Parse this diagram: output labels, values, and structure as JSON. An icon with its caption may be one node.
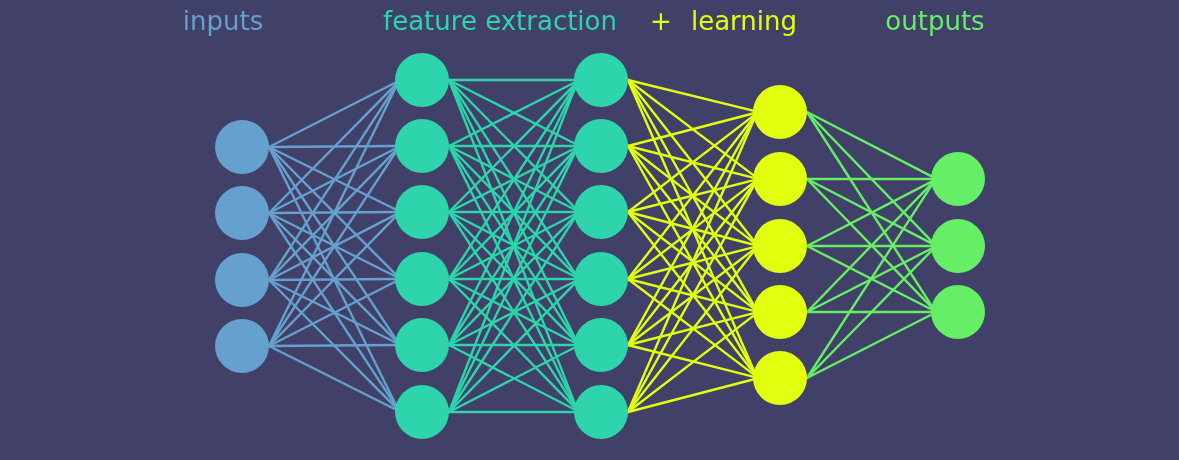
{
  "diagram": {
    "nodes": [
      {
        "text": [],
        "shape": "circle"
      },
      {
        "text": [],
        "shape": "circle"
      },
      {
        "text": [],
        "shape": "circle"
      },
      {
        "text": [],
        "shape": "circle"
      },
      {
        "text": [],
        "shape": "circle"
      },
      {
        "text": [],
        "shape": "circle"
      },
      {
        "text": [],
        "shape": "circle"
      },
      {
        "text": [],
        "shape": "circle"
      },
      {
        "text": [],
        "shape": "circle"
      },
      {
        "text": [],
        "shape": "circle"
      },
      {
        "text": [],
        "shape": "circle"
      },
      {
        "text": [],
        "shape": "circle"
      },
      {
        "text": [],
        "shape": "circle"
      },
      {
        "text": [],
        "shape": "circle"
      },
      {
        "text": [],
        "shape": "circle"
      },
      {
        "text": [],
        "shape": "circle"
      },
      {
        "text": [],
        "shape": "circle"
      },
      {
        "text": [],
        "shape": "circle"
      },
      {
        "text": [],
        "shape": "circle"
      },
      {
        "text": [],
        "shape": "circle"
      },
      {
        "text": [],
        "shape": "circle"
      },
      {
        "text": [],
        "shape": "circle"
      },
      {
        "text": [],
        "shape": "circle"
      },
      {
        "text": [],
        "shape": "circle"
      }
    ],
    "edges": [
      {
        "from": 0,
        "to": 4,
        "arrow": "none",
        "color": "#65a0ce"
      },
      {
        "from": 0,
        "to": 5,
        "arrow": "none",
        "color": "#65a0ce"
      },
      {
        "from": 0,
        "to": 6,
        "arrow": "none",
        "color": "#65a0ce"
      },
      {
        "from": 0,
        "to": 7,
        "arrow": "none",
        "color": "#65a0ce"
      },
      {
        "from": 0,
        "to": 8,
        "arrow": "none",
        "color": "#65a0ce"
      },
      {
        "from": 0,
        "to": 9,
        "arrow": "none",
        "color": "#65a0ce"
      },
      {
        "from": 1,
        "to": 4,
        "arrow": "none",
        "color": "#65a0ce"
      },
      {
        "from": 1,
        "to": 5,
        "arrow": "none",
        "color": "#65a0ce"
      },
      {
        "from": 1,
        "to": 6,
        "arrow": "none",
        "color": "#65a0ce"
      },
      {
        "from": 1,
        "to": 7,
        "arrow": "none",
        "color": "#65a0ce"
      },
      {
        "from": 1,
        "to": 8,
        "arrow": "none",
        "color": "#65a0ce"
      },
      {
        "from": 1,
        "to": 9,
        "arrow": "none",
        "color": "#65a0ce"
      },
      {
        "from": 2,
        "to": 4,
        "arrow": "none",
        "color": "#65a0ce"
      },
      {
        "from": 2,
        "to": 5,
        "arrow": "none",
        "color": "#65a0ce"
      },
      {
        "from": 2,
        "to": 6,
        "arrow": "none",
        "color": "#65a0ce"
      },
      {
        "from": 2,
        "to": 7,
        "arrow": "none",
        "color": "#65a0ce"
      },
      {
        "from": 2,
        "to": 8,
        "arrow": "none",
        "color": "#65a0ce"
      },
      {
        "from": 2,
        "to": 9,
        "arrow": "none",
        "color": "#65a0ce"
      },
      {
        "from": 3,
        "to": 4,
        "arrow": "none",
        "color": "#65a0ce"
      },
      {
        "from": 3,
        "to": 5,
        "arrow": "none",
        "color": "#65a0ce"
      },
      {
        "from": 3,
        "to": 6,
        "arrow": "none",
        "color": "#65a0ce"
      },
      {
        "from": 3,
        "to": 7,
        "arrow": "none",
        "color": "#65a0ce"
      },
      {
        "from": 3,
        "to": 8,
        "arrow": "none",
        "color": "#65a0ce"
      },
      {
        "from": 3,
        "to": 9,
        "arrow": "none",
        "color": "#65a0ce"
      },
      {
        "from": 4,
        "to": 10,
        "arrow": "none"
      },
      {
        "from": 4,
        "to": 11,
        "arrow": "none"
      },
      {
        "from": 4,
        "to": 12,
        "arrow": "none"
      },
      {
        "from": 4,
        "to": 13,
        "arrow": "none"
      },
      {
        "from": 4,
        "to": 14,
        "arrow": "none"
      },
      {
        "from": 4,
        "to": 15,
        "arrow": "none"
      },
      {
        "from": 5,
        "to": 10,
        "arrow": "none"
      },
      {
        "from": 5,
        "to": 11,
        "arrow": "none"
      },
      {
        "from": 5,
        "to": 12,
        "arrow": "none"
      },
      {
        "from": 5,
        "to": 13,
        "arrow": "none"
      },
      {
        "from": 5,
        "to": 14,
        "arrow": "none"
      },
      {
        "from": 5,
        "to": 15,
        "arrow": "none"
      },
      {
        "from": 6,
        "to": 10,
        "arrow": "none"
      },
      {
        "from": 6,
        "to": 11,
        "arrow": "none"
      },
      {
        "from": 6,
        "to": 12,
        "arrow": "none"
      },
      {
        "from": 6,
        "to": 13,
        "arrow": "none"
      },
      {
        "from": 6,
        "to": 14,
        "arrow": "none"
      },
      {
        "from": 6,
        "to": 15,
        "arrow": "none"
      },
      {
        "from": 7,
        "to": 10,
        "arrow": "none"
      },
      {
        "from": 7,
        "to": 11,
        "arrow": "none"
      },
      {
        "from": 7,
        "to": 12,
        "arrow": "none"
      },
      {
        "from": 7,
        "to": 13,
        "arrow": "none"
      },
      {
        "from": 7,
        "to": 14,
        "arrow": "none"
      },
      {
        "from": 7,
        "to": 15,
        "arrow": "none"
      },
      {
        "from": 8,
        "to": 10,
        "arrow": "none"
      },
      {
        "from": 8,
        "to": 11,
        "arrow": "none"
      },
      {
        "from": 8,
        "to": 12,
        "arrow": "none"
      },
      {
        "from": 8,
        "to": 13,
        "arrow": "none"
      },
      {
        "from": 8,
        "to": 14,
        "arrow": "none"
      },
      {
        "from": 8,
        "to": 15,
        "arrow": "none"
      },
      {
        "from": 9,
        "to": 10,
        "arrow": "none"
      },
      {
        "from": 9,
        "to": 11,
        "arrow": "none"
      },
      {
        "from": 9,
        "to": 12,
        "arrow": "none"
      },
      {
        "from": 9,
        "to": 13,
        "arrow": "none"
      },
      {
        "from": 9,
        "to": 14,
        "arrow": "none"
      },
      {
        "from": 9,
        "to": 15,
        "arrow": "none"
      },
      {
        "from": 10,
        "to": 16,
        "arrow": "none",
        "color": "#e2ff10"
      },
      {
        "from": 10,
        "to": 17,
        "arrow": "none",
        "color": "#e2ff10"
      },
      {
        "from": 10,
        "to": 18,
        "arrow": "none",
        "color": "#e2ff10"
      },
      {
        "from": 10,
        "to": 19,
        "arrow": "none",
        "color": "#e2ff10"
      },
      {
        "from": 10,
        "to": 20,
        "arrow": "none",
        "color": "#e2ff10"
      },
      {
        "from": 11,
        "to": 16,
        "arrow": "none",
        "color": "#e2ff10"
      },
      {
        "from": 11,
        "to": 17,
        "arrow": "none",
        "color": "#e2ff10"
      },
      {
        "from": 11,
        "to": 18,
        "arrow": "none",
        "color": "#e2ff10"
      },
      {
        "from": 11,
        "to": 19,
        "arrow": "none",
        "color": "#e2ff10"
      },
      {
        "from": 11,
        "to": 20,
        "arrow": "none",
        "color": "#e2ff10"
      },
      {
        "from": 12,
        "to": 16,
        "arrow": "none",
        "color": "#e2ff10"
      },
      {
        "from": 12,
        "to": 17,
        "arrow": "none",
        "color": "#e2ff10"
      },
      {
        "from": 12,
        "to": 18,
        "arrow": "none",
        "color": "#e2ff10"
      },
      {
        "from": 12,
        "to": 19,
        "arrow": "none",
        "color": "#e2ff10"
      },
      {
        "from": 12,
        "to": 20,
        "arrow": "none",
        "color": "#e2ff10"
      },
      {
        "from": 13,
        "to": 16,
        "arrow": "none",
        "color": "#e2ff10"
      },
      {
        "from": 13,
        "to": 17,
        "arrow": "none",
        "color": "#e2ff10"
      },
      {
        "from": 13,
        "to": 18,
        "arrow": "none",
        "color": "#e2ff10"
      },
      {
        "from": 13,
        "to": 19,
        "arrow": "none",
        "color": "#e2ff10"
      },
      {
        "from": 13,
        "to": 20,
        "arrow": "none",
        "color": "#e2ff10"
      },
      {
        "from": 14,
        "to": 16,
        "arrow": "none",
        "color": "#e2ff10"
      },
      {
        "from": 14,
        "to": 17,
        "arrow": "none",
        "color": "#e2ff10"
      },
      {
        "from": 14,
        "to": 18,
        "arrow": "none",
        "color": "#e2ff10"
      },
      {
        "from": 14,
        "to": 19,
        "arrow": "none",
        "color": "#e2ff10"
      },
      {
        "from": 14,
        "to": 20,
        "arrow": "none",
        "color": "#e2ff10"
      },
      {
        "from": 15,
        "to": 16,
        "arrow": "none",
        "color": "#e2ff10"
      },
      {
        "from": 15,
        "to": 17,
        "arrow": "none",
        "color": "#e2ff10"
      },
      {
        "from": 15,
        "to": 18,
        "arrow": "none",
        "color": "#e2ff10"
      },
      {
        "from": 15,
        "to": 19,
        "arrow": "none",
        "color": "#e2ff10"
      },
      {
        "from": 15,
        "to": 20,
        "arrow": "none",
        "color": "#e2ff10"
      },
      {
        "from": 16,
        "to": 21,
        "arrow": "none",
        "color": "#66ee66"
      },
      {
        "from": 16,
        "to": 22,
        "arrow": "none",
        "color": "#66ee66"
      },
      {
        "from": 16,
        "to": 23,
        "arrow": "none",
        "color": "#66ee66"
      },
      {
        "from": 17,
        "to": 21,
        "arrow": "none",
        "color": "#66ee66"
      },
      {
        "from": 17,
        "to": 22,
        "arrow": "none",
        "color": "#66ee66"
      },
      {
        "from": 17,
        "to": 23,
        "arrow": "none",
        "color": "#66ee66"
      },
      {
        "from": 18,
        "to": 21,
        "arrow": "none",
        "color": "#66ee66"
      },
      {
        "from": 18,
        "to": 22,
        "arrow": "none",
        "color": "#66ee66"
      },
      {
        "from": 18,
        "to": 23,
        "arrow": "none",
        "color": "#66ee66"
      },
      {
        "from": 19,
        "to": 21,
        "arrow": "none",
        "color": "#66ee66"
      },
      {
        "from": 19,
        "to": 22,
        "arrow": "none",
        "color": "#66ee66"
      },
      {
        "from": 19,
        "to": 23,
        "arrow": "none",
        "color": "#66ee66"
      },
      {
        "from": 20,
        "to": 21,
        "arrow": "none",
        "color": "#66ee66"
      },
      {
        "from": 20,
        "to": 22,
        "arrow": "none",
        "color": "#66ee66"
      },
      {
        "from": 20,
        "to": 23,
        "arrow": "none",
        "color": "#66ee66"
      }
    ],
    "labels": [
      "inputs",
      "feature extraction",
      "+",
      "learning",
      "outputs"
    ]
  }
}
